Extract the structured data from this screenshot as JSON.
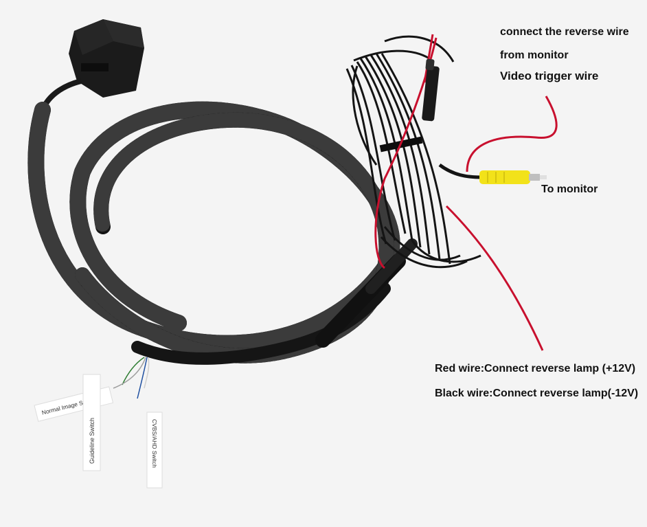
{
  "annotations": {
    "reverse_wire_line1": "connect the reverse wire",
    "reverse_wire_line2": "from monitor",
    "video_trigger": "Video trigger wire",
    "to_monitor": "To monitor",
    "red_wire": "Red wire:Connect reverse lamp (+12V)",
    "black_wire": "Black wire:Connect reverse lamp(-12V)"
  },
  "switch_tags": {
    "normal_image": "Normal Image Switch",
    "guideline": "Guideline Switch",
    "cvbs_ahd": "CVBS/AHD Switch"
  },
  "colors": {
    "background": "#f4f4f4",
    "cable": "#161616",
    "red_wire": "#c8102e",
    "rca_plug": "#f2e21a",
    "tag": "#ffffff",
    "text": "#111111"
  },
  "icons": [
    "camera-module",
    "coiled-cable",
    "rca-plug-yellow",
    "rca-plug-black",
    "switch-tag"
  ]
}
